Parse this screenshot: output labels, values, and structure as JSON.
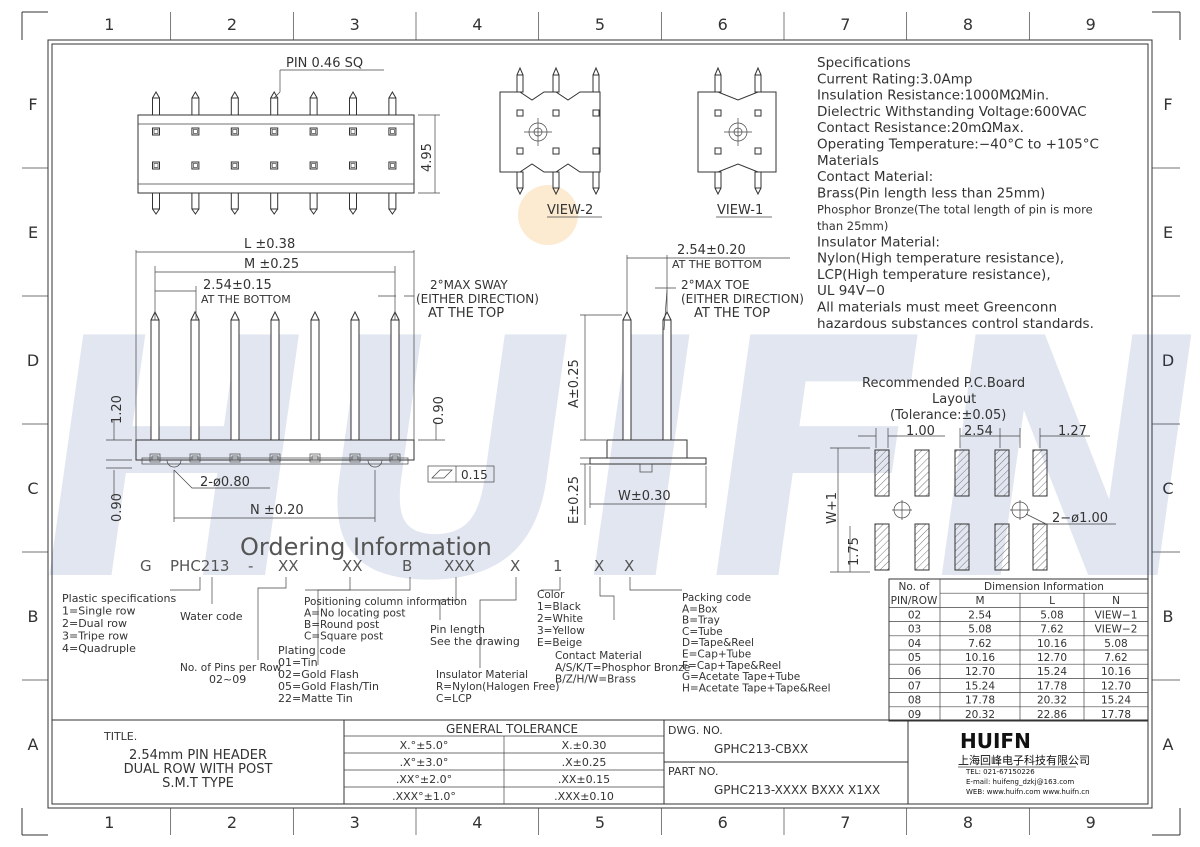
{
  "grid": {
    "columns": [
      "1",
      "2",
      "3",
      "4",
      "5",
      "6",
      "7",
      "8",
      "9"
    ],
    "rows": [
      "F",
      "E",
      "D",
      "C",
      "B",
      "A"
    ]
  },
  "watermark": "HUIFN",
  "top_view": {
    "pin_label": "PIN 0.46 SQ",
    "height_dim": "4.95",
    "view2_label": "VIEW-2",
    "view1_label": "VIEW-1"
  },
  "front_view": {
    "dim_l": "L ±0.38",
    "dim_m": "M ±0.25",
    "dim_pitch": "2.54±0.15",
    "at_bottom": "AT THE BOTTOM",
    "sway_1": "2°MAX SWAY",
    "sway_2": "(EITHER DIRECTION)",
    "sway_3": "AT THE TOP",
    "dim_120": "1.20",
    "dim_090_right": "0.90",
    "dim_090_left": "0.90",
    "dim_post": "2-ø0.80",
    "dim_n": "N ±0.20",
    "flatness": "0.15"
  },
  "side_view": {
    "dim_pitch": "2.54±0.20",
    "at_bottom": "AT THE BOTTOM",
    "toe_1": "2°MAX TOE",
    "toe_2": "(EITHER DIRECTION)",
    "toe_3": "AT THE TOP",
    "dim_a": "A±0.25",
    "dim_e": "E±0.25",
    "dim_w": "W±0.30"
  },
  "specifications": [
    "Specifications",
    "Current Rating:3.0Amp",
    "Insulation Resistance:1000MΩMin.",
    "Dielectric Withstanding Voltage:600VAC",
    "Contact Resistance:20mΩMax.",
    "Operating Temperature:−40°C to +105°C",
    "Materials",
    "Contact Material:",
    "Brass(Pin length less than 25mm)",
    "Phosphor Bronze(The total length of pin is more",
    "than 25mm)",
    "Insulator Material:",
    "Nylon(High temperature resistance),",
    "LCP(High temperature resistance),",
    "UL 94V−0",
    "All materials must meet Greenconn",
    "hazardous substances control standards."
  ],
  "pcb": {
    "title_1": "Recommended P.C.Board",
    "title_2": "Layout",
    "title_3": "(Tolerance:±0.05)",
    "dim_100": "1.00",
    "dim_254": "2.54",
    "dim_127": "1.27",
    "dim_w1": "W+1",
    "dim_175": "1.75",
    "dim_hole": "2−ø1.00"
  },
  "ordering": {
    "title": "Ordering Information",
    "code": [
      "G",
      "PHC213",
      "-",
      "XX",
      "XX",
      "B",
      "XXX",
      "X",
      "1",
      "X",
      "X"
    ],
    "plastic": [
      "Plastic specifications",
      "1=Single row",
      "2=Dual row",
      "3=Tripe row",
      "4=Quadruple"
    ],
    "water": "Water code",
    "pins": [
      "No. of Pins per Row",
      "02~09"
    ],
    "plating": [
      "Plating code",
      "01=Tin",
      "02=Gold Flash",
      "05=Gold Flash/Tin",
      "22=Matte Tin"
    ],
    "positioning": [
      "Positioning column information",
      "A=No locating post",
      "B=Round post",
      "C=Square post"
    ],
    "pin_length": [
      "Pin length",
      "See the drawing"
    ],
    "insulator": [
      "Insulator Material",
      "R=Nylon(Halogen Free)",
      "C=LCP"
    ],
    "color": [
      "Color",
      "1=Black",
      "2=White",
      "3=Yellow",
      "E=Beige"
    ],
    "contact": [
      "Contact Material",
      "A/S/K/T=Phosphor Bronze",
      "B/Z/H/W=Brass"
    ],
    "packing": [
      "Packing code",
      "A=Box",
      "B=Tray",
      "C=Tube",
      "D=Tape&Reel",
      "E=Cap+Tube",
      "F=Cap+Tape&Reel",
      "G=Acetate Tape+Tube",
      "H=Acetate Tape+Tape&Reel"
    ]
  },
  "dimension_table": {
    "head_a": "No. of",
    "head_b": "PIN/ROW",
    "head_group": "Dimension Information",
    "columns": [
      "M",
      "L",
      "N"
    ],
    "rows": [
      [
        "02",
        "2.54",
        "5.08",
        "VIEW−1"
      ],
      [
        "03",
        "5.08",
        "7.62",
        "VIEW−2"
      ],
      [
        "04",
        "7.62",
        "10.16",
        "5.08"
      ],
      [
        "05",
        "10.16",
        "12.70",
        "7.62"
      ],
      [
        "06",
        "12.70",
        "15.24",
        "10.16"
      ],
      [
        "07",
        "15.24",
        "17.78",
        "12.70"
      ],
      [
        "08",
        "17.78",
        "20.32",
        "15.24"
      ],
      [
        "09",
        "20.32",
        "22.86",
        "17.78"
      ]
    ]
  },
  "title_block": {
    "title_label": "TITLE.",
    "title_lines": [
      "2.54mm PIN HEADER",
      "DUAL ROW WITH POST",
      "S.M.T TYPE"
    ],
    "tolerance_head": "GENERAL TOLERANCE",
    "tolerance": [
      [
        "X.°±5.0°",
        "X.±0.30"
      ],
      [
        ".X°±3.0°",
        ".X±0.25"
      ],
      [
        ".XX°±2.0°",
        ".XX±0.15"
      ],
      [
        ".XXX°±1.0°",
        ".XXX±0.10"
      ]
    ],
    "dwg_label": "DWG. NO.",
    "dwg_value": "GPHC213-CBXX",
    "part_label": "PART NO.",
    "part_value": "GPHC213-XXXX BXXX X1XX",
    "company_logo": "HUIFN",
    "company_name": "上海回峰电子科技有限公司",
    "tel": "TEL: 021-67150226",
    "email": "E-mail: huifeng_dzkj@163.com",
    "web": "WEB: www.huifn.com  www.huifn.cn"
  }
}
